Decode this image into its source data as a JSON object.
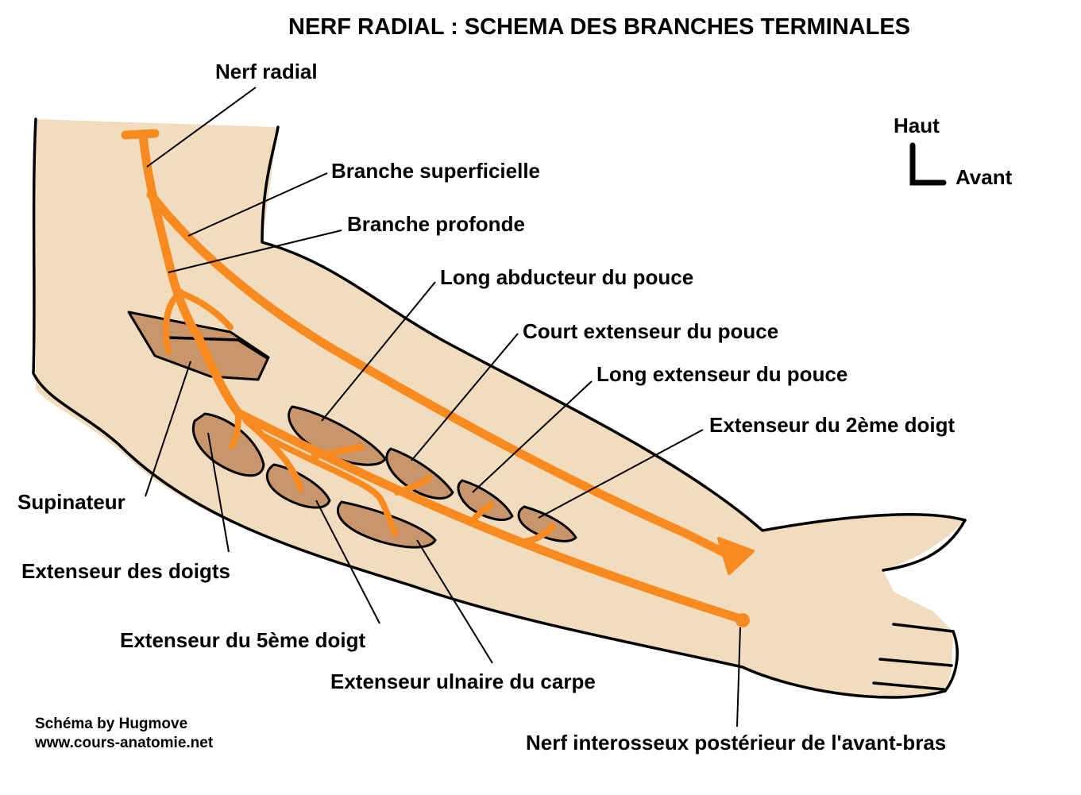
{
  "title": "NERF RADIAL : SCHEMA DES BRANCHES TERMINALES",
  "orientation": {
    "up": "Haut",
    "forward": "Avant"
  },
  "labels": {
    "nerf_radial": "Nerf radial",
    "branche_superficielle": "Branche superficielle",
    "branche_profonde": "Branche profonde",
    "long_abducteur": "Long abducteur du pouce",
    "court_extenseur": "Court extenseur du pouce",
    "long_extenseur": "Long extenseur du pouce",
    "extenseur_2eme": "Extenseur du 2ème doigt",
    "supinateur": "Supinateur",
    "extenseur_doigts": "Extenseur des doigts",
    "extenseur_5eme": "Extenseur du 5ème doigt",
    "extenseur_ulnaire": "Extenseur ulnaire du carpe",
    "nerf_interosseux": "Nerf interosseux postérieur de l'avant-bras"
  },
  "credit": {
    "author": "Schéma by Hugmove",
    "site": "www.cours-anatomie.net"
  },
  "colors": {
    "skin": "#f1dcbe",
    "muscle": "#c9956b",
    "nerve": "#f98a1f",
    "ink": "#000000"
  }
}
